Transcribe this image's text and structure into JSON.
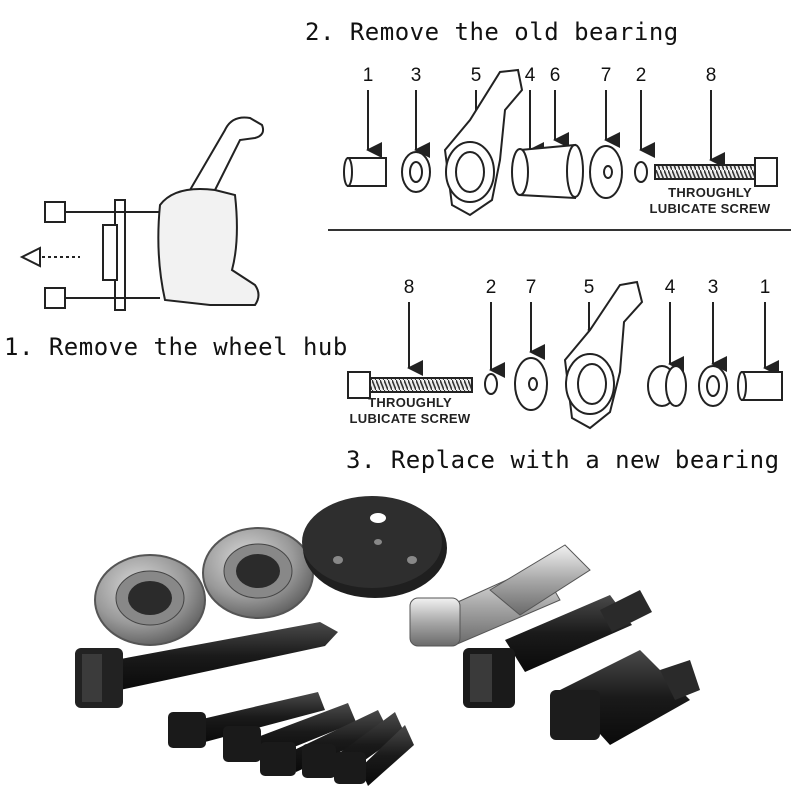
{
  "captions": {
    "step1": "1. Remove the wheel hub",
    "step2": "2. Remove the old bearing",
    "step3": "3. Replace with a new bearing"
  },
  "diagram_top": {
    "labels": [
      "1",
      "3",
      "5",
      "4",
      "6",
      "7",
      "2",
      "8"
    ],
    "screw_line1": "THROUGHLY",
    "screw_line2": "LUBICATE SCREW"
  },
  "diagram_bottom": {
    "labels": [
      "8",
      "2",
      "7",
      "5",
      "4",
      "3",
      "1"
    ],
    "screw_line1": "THROUGHLY",
    "screw_line2": "LUBICATE SCREW"
  },
  "colors": {
    "line": "#222222",
    "metal_dark": "#1a1a1a",
    "metal_silver": "#b8b8b8"
  }
}
